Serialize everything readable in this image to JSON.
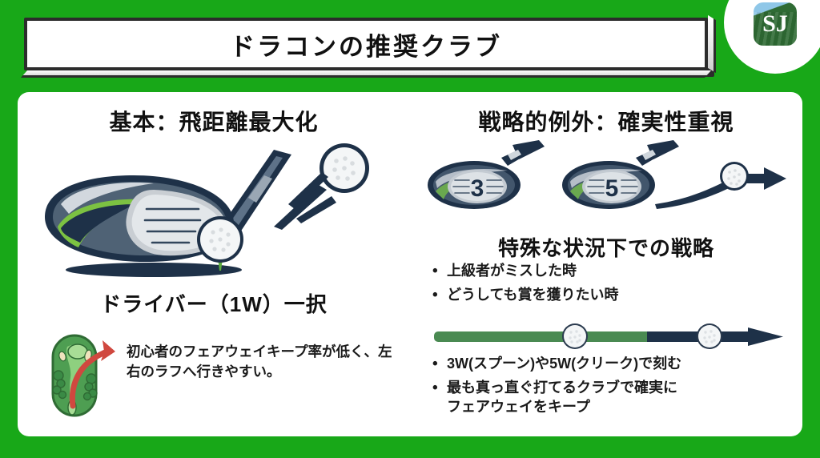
{
  "header": {
    "title": "ドラコンの推奨クラブ",
    "logo_mark": "SJ",
    "logo_icon": "golf-course-app-logo"
  },
  "theme": {
    "background_green": "#18a818",
    "card_white": "#ffffff",
    "title_border": "#2c2c2c",
    "navy": "#1e3148",
    "accent_green": "#7cc242",
    "bar_green": "#4a8a52",
    "arrow_red": "#d0483f"
  },
  "left": {
    "heading": "基本：飛距離最大化",
    "illustration": "golf-driver-hitting-ball",
    "club_label": "ドライバー（1W）一択",
    "note_icon": "golf-hole-map-with-curved-arrow",
    "note_text": "初心者のフェアウェイキープ率が低く、左右のラフへ行きやすい。"
  },
  "right": {
    "heading": "戦略的例外：確実性重視",
    "wood_1_number": "3",
    "wood_2_number": "5",
    "illustration": "fairway-woods-3-and-5-with-ball",
    "subheading": "特殊な状況下での戦略",
    "bullets_top": [
      "上級者がミスした時",
      "どうしても賞を獲りたい時"
    ],
    "progress_bar": {
      "icon": "distance-control-arrow-bar",
      "green_portion_pct": 62,
      "marker_1_pct": 40,
      "marker_2_pct": 78
    },
    "bullets_bottom": [
      "3W(スプーン)や5W(クリーク)で刻む",
      "最も真っ直ぐ打てるクラブで確実に"
    ],
    "bullets_bottom_cont": "フェアウェイをキープ"
  }
}
